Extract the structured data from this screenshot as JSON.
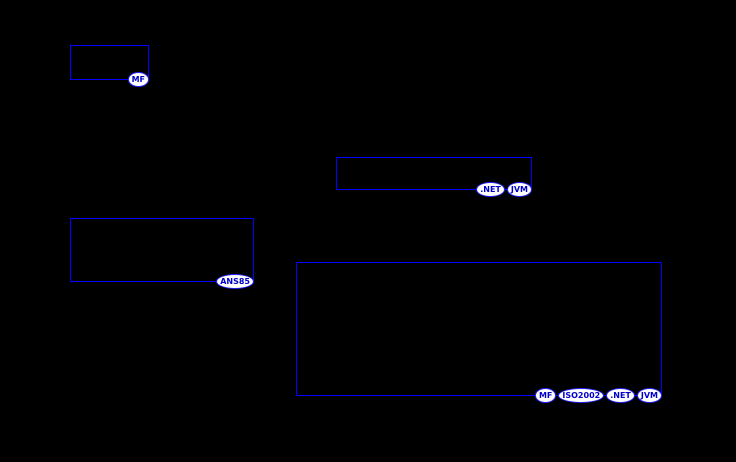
{
  "diagram": {
    "background_color": "#000000",
    "block_border_color": "#0000ff",
    "badge_background_color": "#ffffff",
    "badge_text_color": "#0000cc",
    "blocks": [
      {
        "name": "syntax-block-top-left",
        "badges": [
          "MF"
        ]
      },
      {
        "name": "syntax-block-middle-right",
        "badges": [
          ".NET",
          "JVM"
        ]
      },
      {
        "name": "syntax-block-left",
        "badges": [
          "ANS85"
        ]
      },
      {
        "name": "syntax-block-bottom-right",
        "badges": [
          "MF",
          "ISO2002",
          ".NET",
          "JVM"
        ]
      }
    ]
  }
}
